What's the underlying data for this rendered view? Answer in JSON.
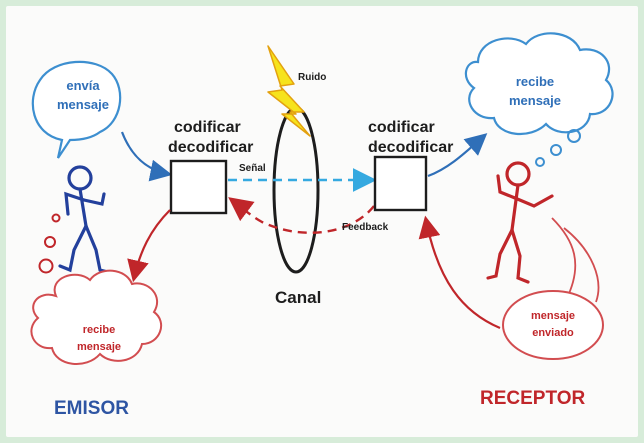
{
  "emisor_thought": [
    "envía",
    "mensaje"
  ],
  "receptor_thought": [
    "recibe",
    "mensaje"
  ],
  "emisor_receives": [
    "recibe",
    "mensaje"
  ],
  "receptor_sent": [
    "mensaje",
    "enviado"
  ],
  "left_box": [
    "codificar",
    "decodificar"
  ],
  "right_box": [
    "codificar",
    "decodificar"
  ],
  "signal_label": "Señal",
  "feedback_label": "Feedback",
  "noise_label": "Ruido",
  "channel_label": "Canal",
  "emisor_label": "EMISOR",
  "receptor_label": "RECEPTOR",
  "colors": {
    "blue": "#2f6fb8",
    "red": "#c0262a",
    "dashed_blue": "#35a9e0",
    "noise": "#f6e31c"
  }
}
